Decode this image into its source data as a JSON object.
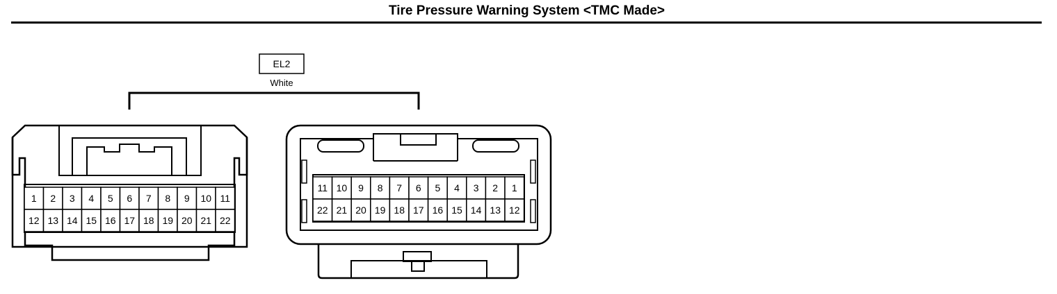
{
  "title": "Tire Pressure Warning System <TMC Made>",
  "connector": {
    "code": "EL2",
    "color": "White"
  },
  "left_connector": {
    "top_row": [
      "1",
      "2",
      "3",
      "4",
      "5",
      "6",
      "7",
      "8",
      "9",
      "10",
      "11"
    ],
    "bottom_row": [
      "12",
      "13",
      "14",
      "15",
      "16",
      "17",
      "18",
      "19",
      "20",
      "21",
      "22"
    ]
  },
  "right_connector": {
    "top_row": [
      "11",
      "10",
      "9",
      "8",
      "7",
      "6",
      "5",
      "4",
      "3",
      "2",
      "1"
    ],
    "bottom_row": [
      "22",
      "21",
      "20",
      "19",
      "18",
      "17",
      "16",
      "15",
      "14",
      "13",
      "12"
    ]
  }
}
